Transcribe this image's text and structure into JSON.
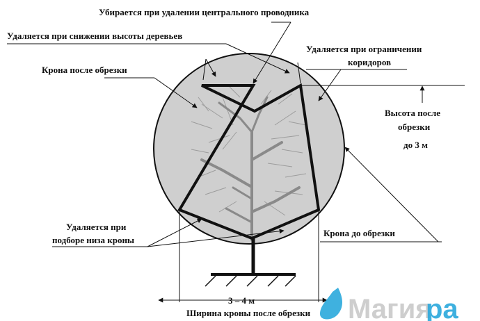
{
  "labels": {
    "central_leader": "Убирается при удалении центрального проводника",
    "lower_height": "Удаляется при снижении высоты деревьев",
    "corridor_line1": "Удаляется при ограничении",
    "corridor_line2": "коридоров",
    "crown_after": "Крона после обрезки",
    "height_line1": "Высота после",
    "height_line2": "обрезки",
    "height_line3": "до 3 м",
    "lower_crown_line1": "Удаляется при",
    "lower_crown_line2": "подборе низа кроны",
    "crown_before": "Крона до обрезки",
    "width_value": "3 – 4 м",
    "width_caption": "Ширина кроны после обрезки"
  },
  "watermark": {
    "part1": "Магия",
    "part2": "ра"
  },
  "colors": {
    "crown_fill": "#cfcfcf",
    "outline": "#111111",
    "branch": "#8a8a8a",
    "twig": "#9c9c9c",
    "watermark_main": "#c9c9c9",
    "watermark_drop": "#2aa8dc",
    "watermark_accent": "#2aa8dc"
  }
}
